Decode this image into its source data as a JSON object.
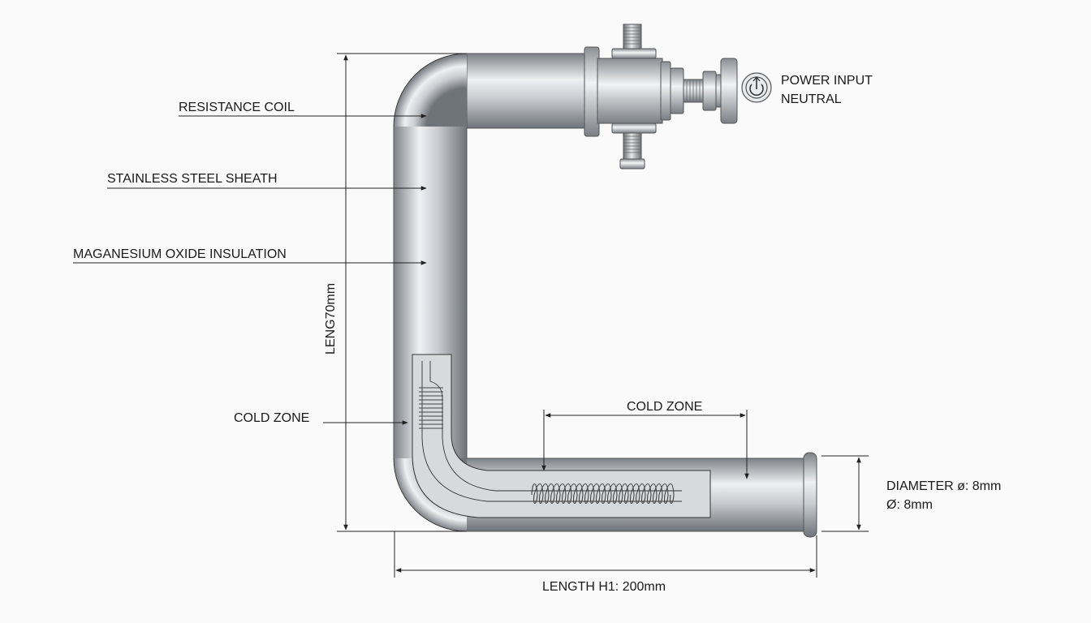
{
  "labels": {
    "resistance_coil": "RESISTANCE COIL",
    "stainless_sheath": "STAINLESS STEEL SHEATH",
    "mgo_insulation": "MAGANESIUM OXIDE INSULATION",
    "cold_zone_left": "COLD ZONE",
    "cold_zone_top": "COLD ZONE",
    "power_input": "POWER INPUT",
    "neutral": "NEUTRAL",
    "vertical_length": "LENG70mm",
    "horizontal_length": "LENGTH H1: 200mm",
    "diameter_line1": "DIAMETER ø: 8mm",
    "diameter_line2": "Ø: 8mm"
  },
  "icons": {
    "power_symbol": "power-icon"
  },
  "colors": {
    "metal_dark": "#7d8287",
    "metal_mid": "#bfc3c7",
    "metal_light": "#eef0f2",
    "line": "#222222",
    "background": "#fafafa"
  }
}
